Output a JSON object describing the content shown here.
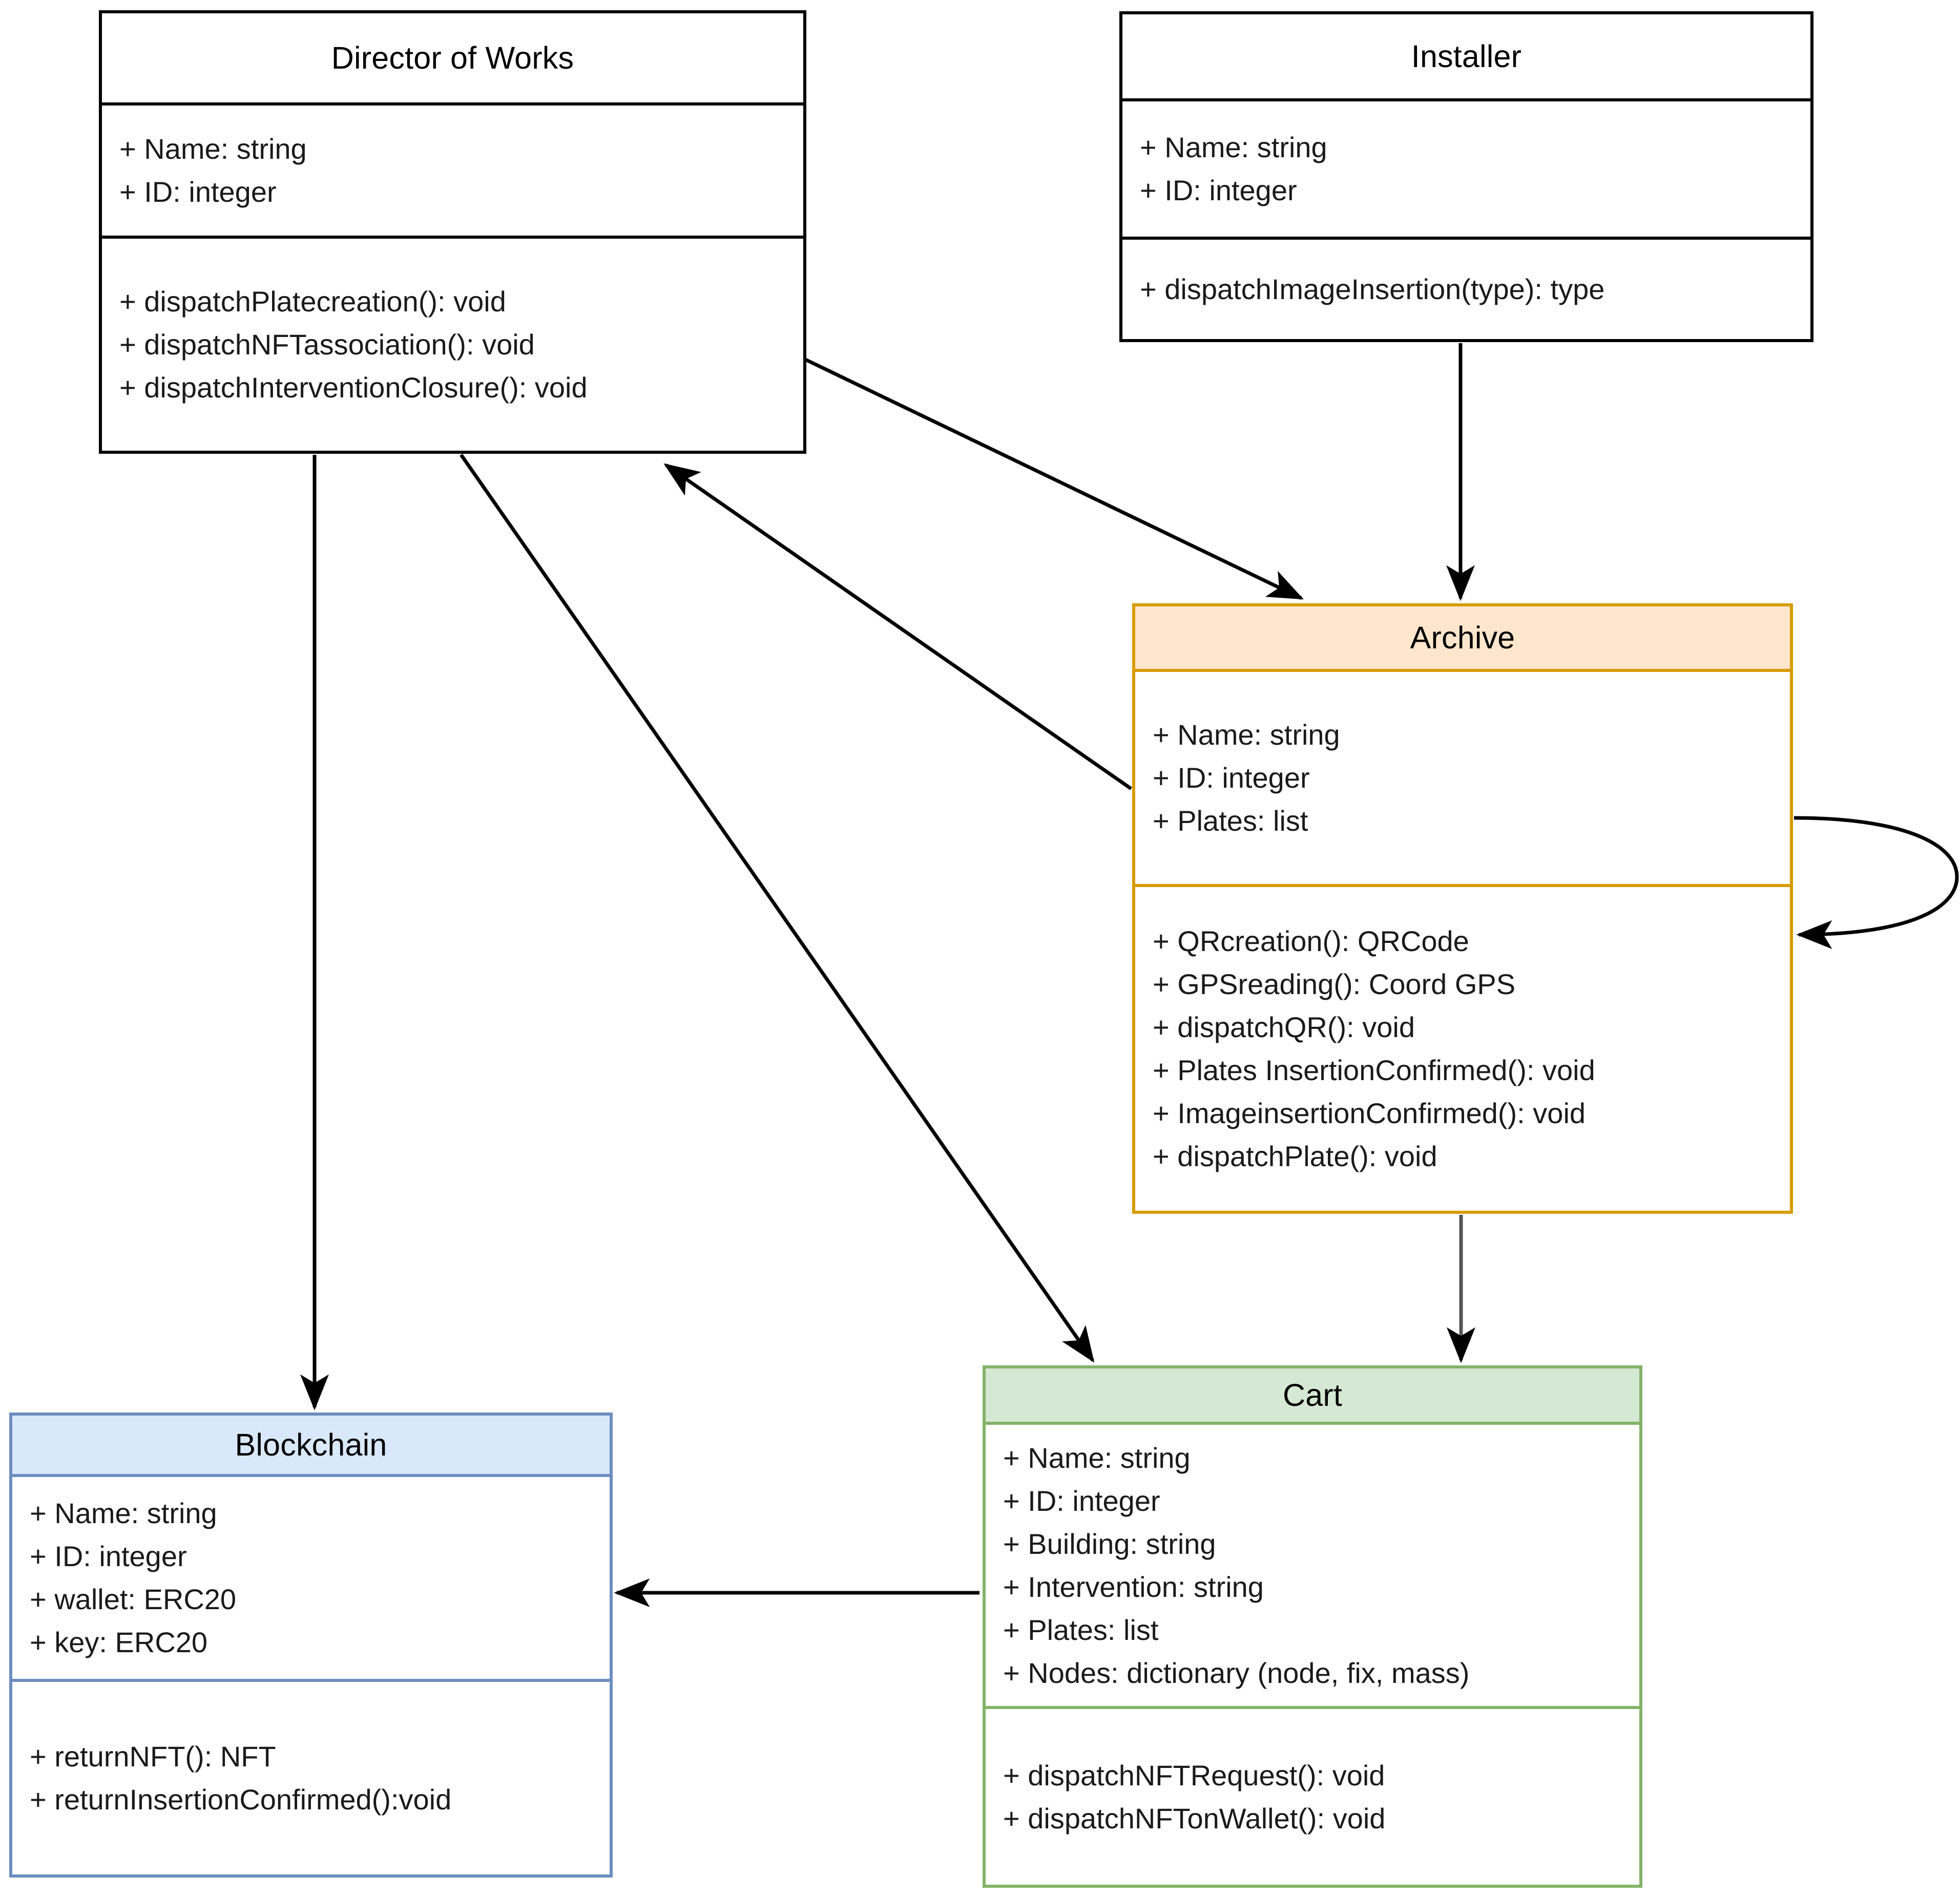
{
  "diagram": {
    "type": "uml-class-diagram",
    "background": "#ffffff",
    "edge_color": "#000000"
  },
  "classes": {
    "director": {
      "name": "Director of Works",
      "border_color": "#000000",
      "header_fill": "#ffffff",
      "attributes": [
        "+ Name: string",
        "+ ID: integer"
      ],
      "operations": [
        "+ dispatchPlatecreation(): void",
        "+ dispatchNFTassociation(): void",
        "+ dispatchInterventionClosure(): void"
      ]
    },
    "installer": {
      "name": "Installer",
      "border_color": "#000000",
      "header_fill": "#ffffff",
      "attributes": [
        "+ Name: string",
        "+ ID: integer"
      ],
      "operations": [
        "+ dispatchImageInsertion(type): type"
      ]
    },
    "archive": {
      "name": "Archive",
      "border_color": "#d79b00",
      "header_fill": "#ffe6cc",
      "attributes": [
        "+ Name: string",
        "+ ID: integer",
        "+ Plates: list"
      ],
      "operations": [
        "+ QRcreation(): QRCode",
        "+ GPSreading(): Coord GPS",
        "+ dispatchQR(): void",
        "+ Plates InsertionConfirmed(): void",
        "+ ImageinsertionConfirmed(): void",
        "+ dispatchPlate(): void"
      ]
    },
    "cart": {
      "name": "Cart",
      "border_color": "#82b366",
      "header_fill": "#d5e8d4",
      "attributes": [
        "+ Name: string",
        "+ ID: integer",
        "+ Building: string",
        "+ Intervention: string",
        "+ Plates: list",
        "+ Nodes: dictionary (node, fix, mass)"
      ],
      "operations": [
        "+ dispatchNFTRequest(): void",
        "+ dispatchNFTonWallet(): void"
      ]
    },
    "blockchain": {
      "name": "Blockchain",
      "border_color": "#6c8ebf",
      "header_fill": "#dae8fc",
      "attributes": [
        "+ Name: string",
        "+ ID: integer",
        "+ wallet: ERC20",
        "+ key: ERC20"
      ],
      "operations": [
        "+ returnNFT(): NFT",
        "+ returnInsertionConfirmed():void"
      ]
    }
  },
  "relationships": [
    {
      "id": "director-to-archive",
      "from": "Director of Works",
      "to": "Archive",
      "style": "directed-association"
    },
    {
      "id": "archive-to-director",
      "from": "Archive",
      "to": "Director of Works",
      "style": "directed-association"
    },
    {
      "id": "director-to-cart",
      "from": "Director of Works",
      "to": "Cart",
      "style": "directed-association"
    },
    {
      "id": "director-to-blockchain",
      "from": "Director of Works",
      "to": "Blockchain",
      "style": "directed-association"
    },
    {
      "id": "installer-to-archive",
      "from": "Installer",
      "to": "Archive",
      "style": "directed-association"
    },
    {
      "id": "archive-to-cart",
      "from": "Archive",
      "to": "Cart",
      "style": "directed-association"
    },
    {
      "id": "archive-self-loop",
      "from": "Archive",
      "to": "Archive",
      "style": "self-loop"
    },
    {
      "id": "cart-to-blockchain",
      "from": "Cart",
      "to": "Blockchain",
      "style": "directed-association"
    }
  ]
}
